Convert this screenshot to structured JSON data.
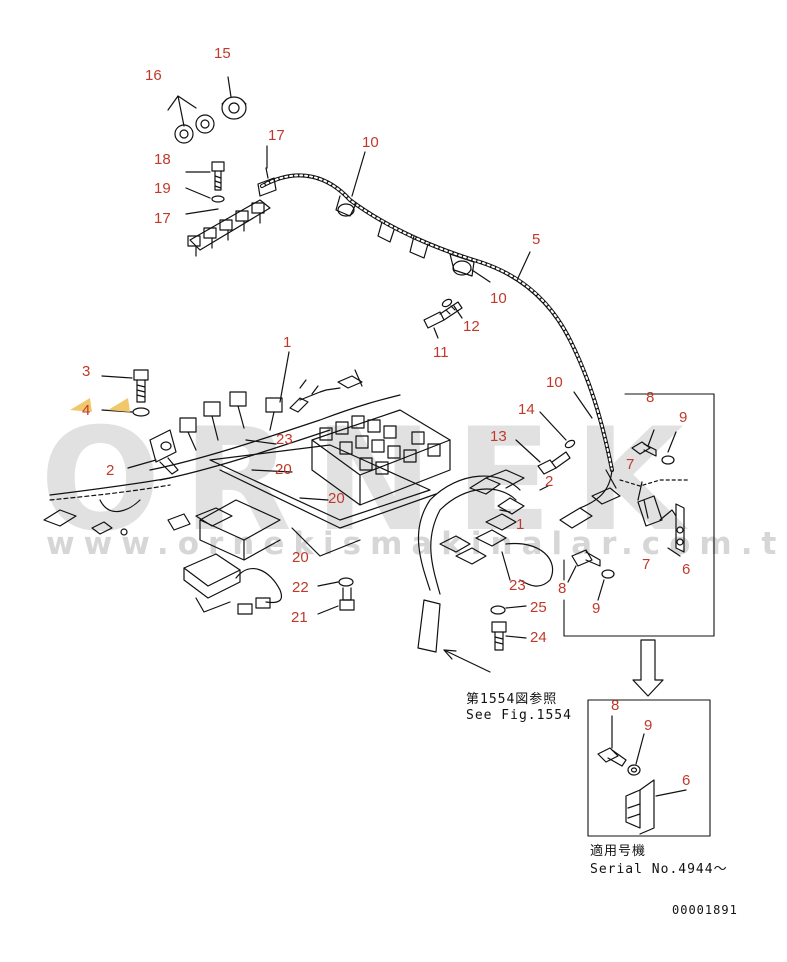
{
  "diagram": {
    "callouts": [
      {
        "id": "c15",
        "text": "15"
      },
      {
        "id": "c16",
        "text": "16"
      },
      {
        "id": "c17a",
        "text": "17"
      },
      {
        "id": "c18",
        "text": "18"
      },
      {
        "id": "c19",
        "text": "19"
      },
      {
        "id": "c17b",
        "text": "17"
      },
      {
        "id": "c10a",
        "text": "10"
      },
      {
        "id": "c5",
        "text": "5"
      },
      {
        "id": "c10b",
        "text": "10"
      },
      {
        "id": "c12",
        "text": "12"
      },
      {
        "id": "c11",
        "text": "11"
      },
      {
        "id": "c1a",
        "text": "1"
      },
      {
        "id": "c3",
        "text": "3"
      },
      {
        "id": "c4",
        "text": "4"
      },
      {
        "id": "c23a",
        "text": "23"
      },
      {
        "id": "c20a",
        "text": "20"
      },
      {
        "id": "c2a",
        "text": "2"
      },
      {
        "id": "c20b",
        "text": "20"
      },
      {
        "id": "c10c",
        "text": "10"
      },
      {
        "id": "c14",
        "text": "14"
      },
      {
        "id": "c13",
        "text": "13"
      },
      {
        "id": "c2b",
        "text": "2"
      },
      {
        "id": "c1b",
        "text": "1"
      },
      {
        "id": "c20c",
        "text": "20"
      },
      {
        "id": "c22",
        "text": "22"
      },
      {
        "id": "c21",
        "text": "21"
      },
      {
        "id": "c23b",
        "text": "23"
      },
      {
        "id": "c25",
        "text": "25"
      },
      {
        "id": "c24",
        "text": "24"
      },
      {
        "id": "c8a",
        "text": "8"
      },
      {
        "id": "c9a",
        "text": "9"
      },
      {
        "id": "c7a",
        "text": "7"
      },
      {
        "id": "c7b",
        "text": "7"
      },
      {
        "id": "c6a",
        "text": "6"
      },
      {
        "id": "c8b",
        "text": "8"
      },
      {
        "id": "c9b",
        "text": "9"
      },
      {
        "id": "c8c",
        "text": "8"
      },
      {
        "id": "c9c",
        "text": "9"
      },
      {
        "id": "c6b",
        "text": "6"
      }
    ],
    "see_fig_ja": "第1554図参照",
    "see_fig_en": "See Fig.1554",
    "serial_ja": "適用号機",
    "serial_en": "Serial No.4944～",
    "drawing_no": "00001891"
  },
  "watermark": {
    "logo": "ORNEK",
    "url": "www.ornekismakinalar.com.tr"
  },
  "colors": {
    "callout": "#c0392b",
    "line": "#111111",
    "watermark": "#9a9a9a",
    "marker": "#f1c76b"
  }
}
